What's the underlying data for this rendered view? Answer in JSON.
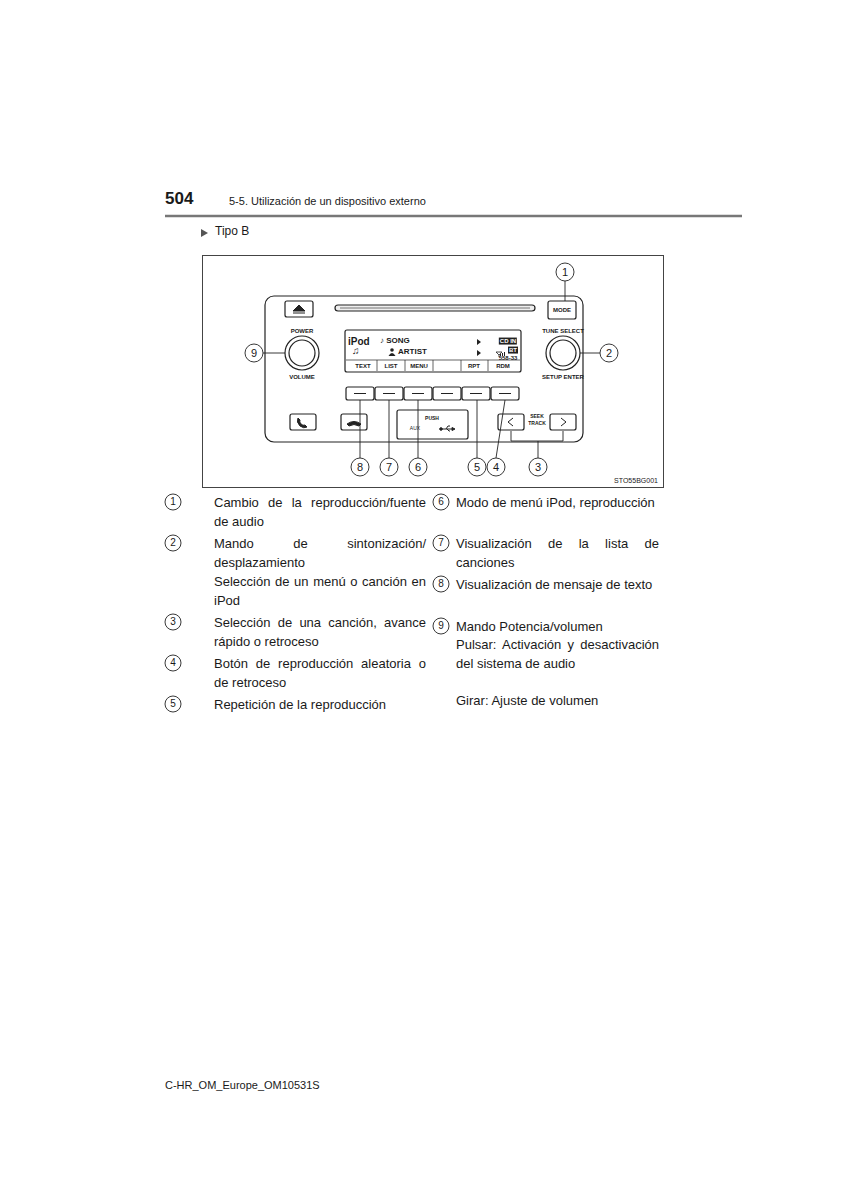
{
  "diagram": {
    "labels": [
      "504",
      "5-5. Utilización de un dispositivo externo",
      "Tipo B",
      "MODE",
      "POWER",
      "VOLUME",
      "TUNE SELECT",
      "SETUP ENTER",
      "iPod",
      "♪ SONG",
      "♫",
      "ARTIST",
      "CD IN",
      "BT",
      "558-33",
      "TEXT",
      "LIST",
      "MENU",
      "RPT",
      "RDM",
      "PUSH",
      "AUX",
      "SEEK",
      "TRACK",
      "STO55BG001",
      "1",
      "2",
      "3",
      "4",
      "5",
      "6",
      "7",
      "8",
      "9",
      "1",
      "Cambio de la reproducción/fuente de audio",
      "2",
      "Mando de sintonización/ desplazamiento",
      "Selección de un menú o canción en iPod",
      "3",
      "Selección de una canción, avance rápido o retroceso",
      "4",
      "Botón de reproducción aleatoria o de retroceso",
      "5",
      "Repetición de la reproducción",
      "6",
      "Modo de menú iPod, reproducción",
      "7",
      "Visualización de la lista de canciones",
      "8",
      "Visualización de mensaje de texto",
      "9",
      "Mando Potencia/volumen",
      "Pulsar: Activación y desactivación del sistema de audio",
      "Girar: Ajuste de volumen",
      "C-HR_OM_Europe_OM10531S"
    ]
  }
}
